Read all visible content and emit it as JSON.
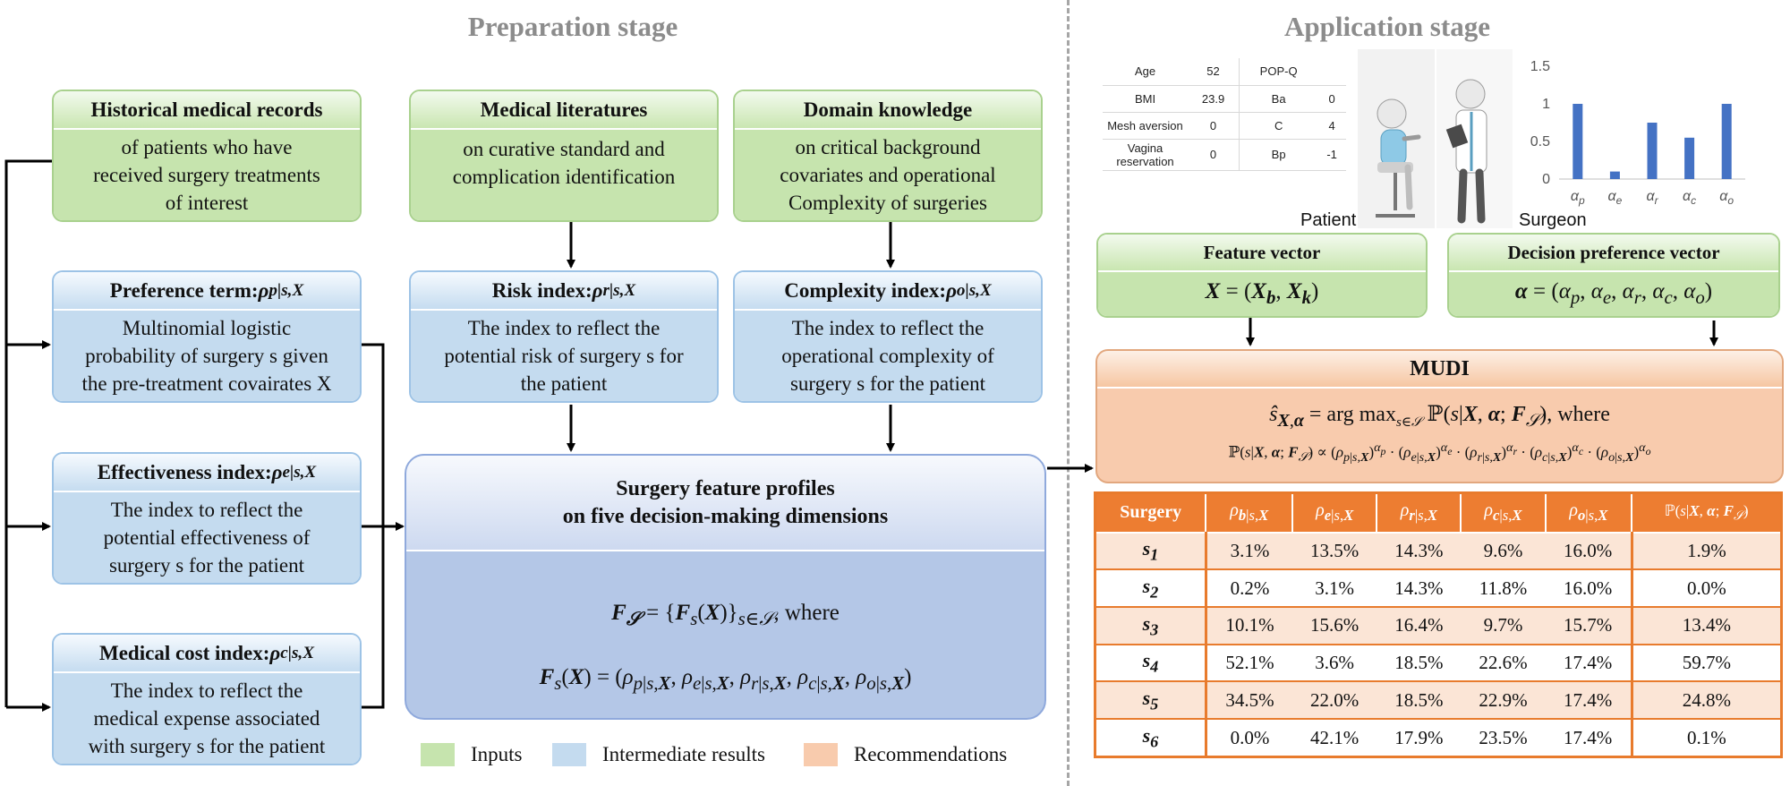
{
  "stages": {
    "preparation": "Preparation stage",
    "application": "Application stage"
  },
  "inputs": {
    "historical": {
      "title": "Historical medical records",
      "lines": [
        "of patients who have",
        "received surgery treatments",
        "of interest"
      ]
    },
    "literature": {
      "title": "Medical literatures",
      "lines": [
        "on curative standard and",
        "complication identification"
      ]
    },
    "domain": {
      "title": "Domain knowledge",
      "lines": [
        "on critical background",
        "covariates and operational",
        "Complexity of surgeries"
      ]
    }
  },
  "intermediate": {
    "preference": {
      "title": "Preference term: ",
      "symbol": "ρ",
      "sub": "p|s,X",
      "lines": [
        "Multinomial logistic",
        "probability of surgery s given",
        "the pre-treatment covairates X"
      ]
    },
    "effectiveness": {
      "title": "Effectiveness index: ",
      "symbol": "ρ",
      "sub": "e|s,X",
      "lines": [
        "The index to reflect the",
        "potential effectiveness of",
        "surgery s for the patient"
      ]
    },
    "cost": {
      "title": "Medical cost index: ",
      "symbol": "ρ",
      "sub": "c|s,X",
      "lines": [
        "The index to reflect the",
        "medical expense associated",
        "with surgery s for the patient"
      ]
    },
    "risk": {
      "title": "Risk index: ",
      "symbol": "ρ",
      "sub": "r|s,X",
      "lines": [
        "The index to reflect the",
        "potential risk of surgery s for",
        "the patient"
      ]
    },
    "complexity": {
      "title": "Complexity index: ",
      "symbol": "ρ",
      "sub": "o|s,X",
      "lines": [
        "The index to reflect the",
        "operational complexity of",
        "surgery s for the patient"
      ]
    }
  },
  "profiles": {
    "title1": "Surgery feature profiles",
    "title2": "on five decision-making dimensions",
    "formula1_tail": "(X)}",
    "formula1_end": ", where"
  },
  "patient_table": {
    "rows": [
      [
        "Age",
        "52",
        "POP-Q",
        ""
      ],
      [
        "BMI",
        "23.9",
        "Ba",
        "0"
      ],
      [
        "Mesh aversion",
        "0",
        "C",
        "4"
      ],
      [
        "Vagina reservation",
        "0",
        "Bp",
        "-1"
      ]
    ]
  },
  "people": {
    "patient": "Patient",
    "surgeon": "Surgeon"
  },
  "alpha_chart": {
    "chart_data": {
      "type": "bar",
      "categories": [
        "αp",
        "αe",
        "αr",
        "αc",
        "αo"
      ],
      "values": [
        1.0,
        0.1,
        0.75,
        0.55,
        1.0
      ],
      "yticks": [
        "0",
        "0.5",
        "1",
        "1.5"
      ],
      "ylim": [
        0,
        1.5
      ],
      "color": "#4472c4"
    }
  },
  "feature_vector": {
    "title": "Feature vector",
    "formula": "X = (Xb, Xk)"
  },
  "decision_vector": {
    "title": "Decision preference vector",
    "formula": "α = (αp, αe, αr, αc, αo)"
  },
  "mudi": {
    "title": "MUDI",
    "where": ", where"
  },
  "recommendations": {
    "headers": [
      "Surgery",
      "ρb|s,X",
      "ρe|s,X",
      "ρr|s,X",
      "ρc|s,X",
      "ρo|s,X",
      "ℙ(s|X, α; Fs)"
    ],
    "rows": [
      [
        "s1",
        "3.1%",
        "13.5%",
        "14.3%",
        "9.6%",
        "16.0%",
        "1.9%"
      ],
      [
        "s2",
        "0.2%",
        "3.1%",
        "14.3%",
        "11.8%",
        "16.0%",
        "0.0%"
      ],
      [
        "s3",
        "10.1%",
        "15.6%",
        "16.4%",
        "9.7%",
        "15.7%",
        "13.4%"
      ],
      [
        "s4",
        "52.1%",
        "3.6%",
        "18.5%",
        "22.6%",
        "17.4%",
        "59.7%"
      ],
      [
        "s5",
        "34.5%",
        "22.0%",
        "18.5%",
        "22.9%",
        "17.4%",
        "24.8%"
      ],
      [
        "s6",
        "0.0%",
        "42.1%",
        "17.9%",
        "23.5%",
        "17.4%",
        "0.1%"
      ]
    ]
  },
  "legend": {
    "inputs": "Inputs",
    "intermediate": "Intermediate results",
    "recommendations": "Recommendations"
  },
  "colors": {
    "green": "#c6e4ae",
    "blue": "#c4dbef",
    "orange": "#f8cbad",
    "table_header": "#ed7d31",
    "bar": "#4472c4"
  }
}
